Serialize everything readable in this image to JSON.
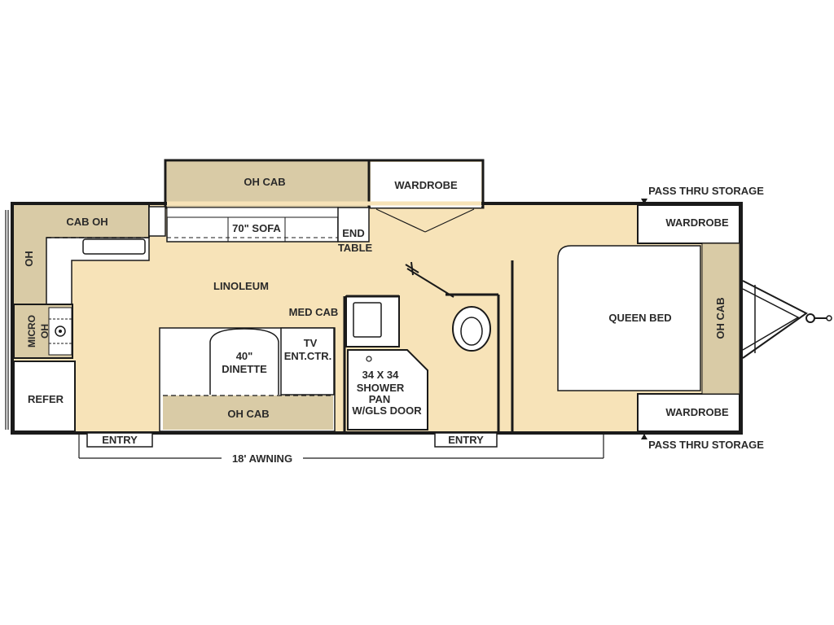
{
  "colors": {
    "floor": "#f7e3b8",
    "cabinet": "#d9cba6",
    "wall": "#1a1a1a",
    "white": "#ffffff",
    "text": "#2a2a2a"
  },
  "labels": {
    "oh_cab_top": "OH CAB",
    "wardrobe_top": "WARDROBE",
    "pass_thru_top": "PASS THRU STORAGE",
    "pass_thru_bottom": "PASS THRU STORAGE",
    "cab_oh": "CAB OH",
    "oh_left": "OH",
    "sofa": "70\" SOFA",
    "end_table_1": "END",
    "end_table_2": "TABLE",
    "linoleum": "LINOLEUM",
    "med_cab": "MED CAB",
    "micro_1": "MICRO",
    "micro_2": "OH",
    "refer": "REFER",
    "dinette_1": "40\"",
    "dinette_2": "DINETTE",
    "tv_1": "TV",
    "tv_2": "ENT.CTR.",
    "oh_cab_bottom": "OH CAB",
    "shower_1": "34 X 34",
    "shower_2": "SHOWER",
    "shower_3": "PAN",
    "shower_4": "W/GLS DOOR",
    "wardrobe_right_top": "WARDROBE",
    "queen_bed": "QUEEN BED",
    "oh_cab_right": "OH CAB",
    "wardrobe_right_bottom": "WARDROBE",
    "entry_left": "ENTRY",
    "entry_right": "ENTRY",
    "awning": "18' AWNING"
  }
}
